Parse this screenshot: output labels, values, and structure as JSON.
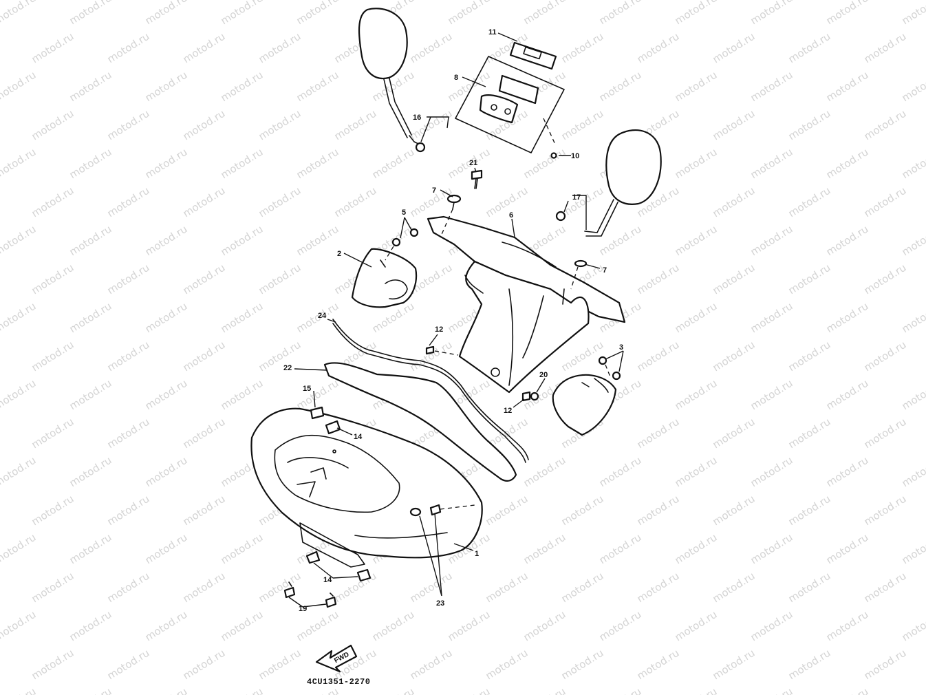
{
  "diagram": {
    "watermark_text": "motod.ru",
    "drawing_code": "4CU1351-2270",
    "fwd_label": "FWD",
    "callouts": [
      "1",
      "2",
      "3",
      "5",
      "6",
      "7",
      "7",
      "8",
      "10",
      "11",
      "12",
      "12",
      "14",
      "14",
      "15",
      "16",
      "17",
      "19",
      "20",
      "21",
      "22",
      "23",
      "24"
    ]
  }
}
